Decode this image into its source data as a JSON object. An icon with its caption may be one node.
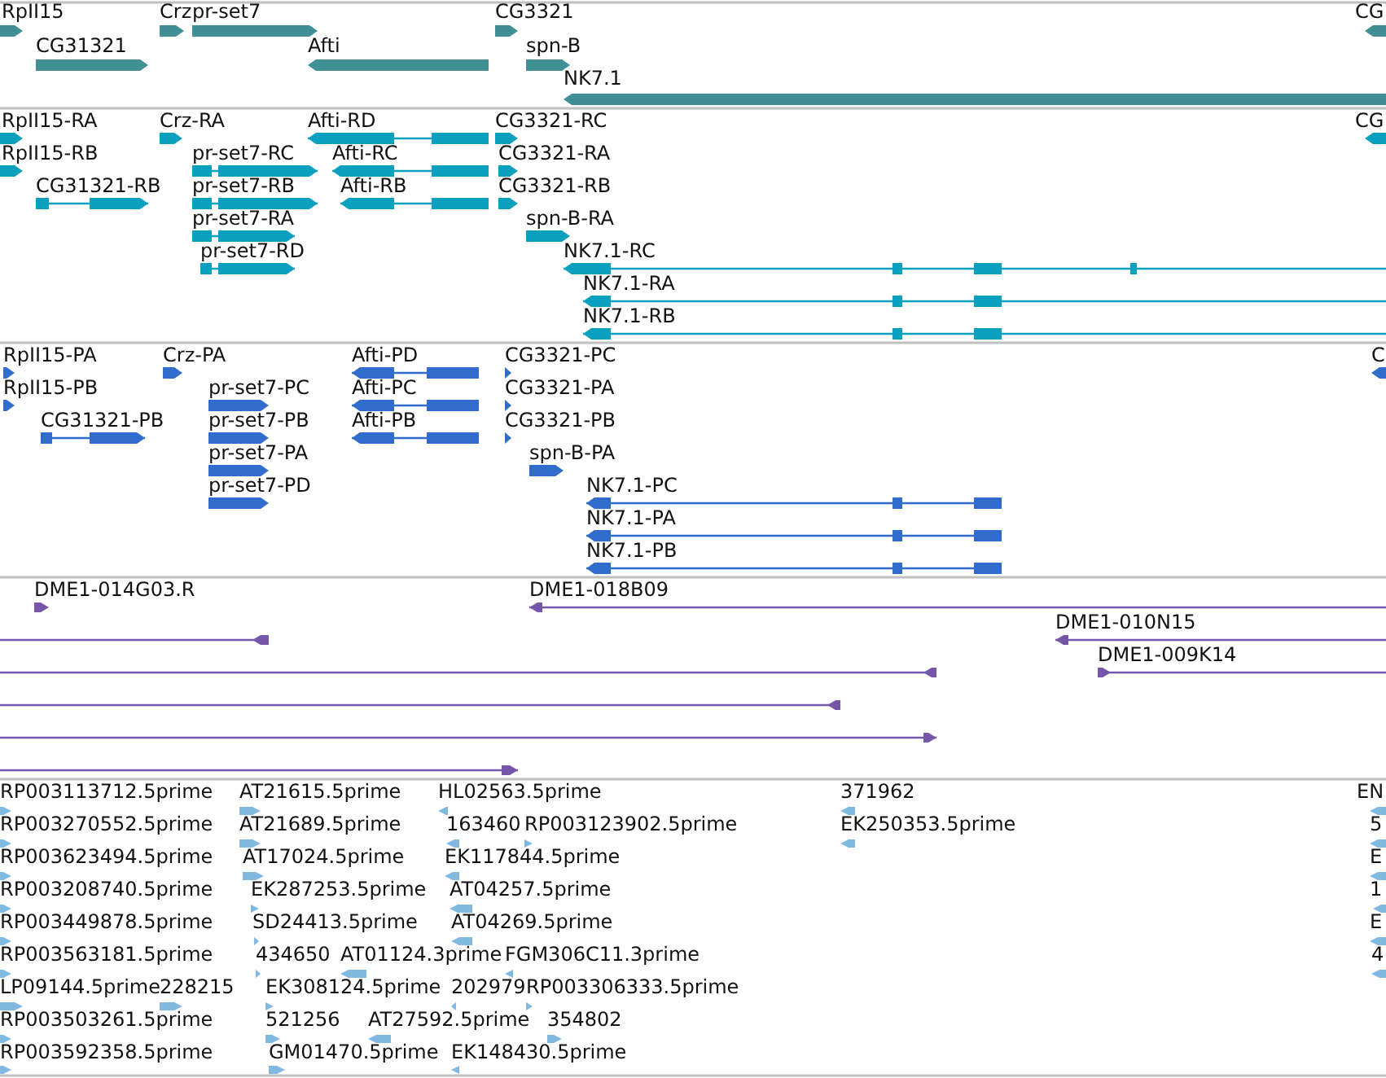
{
  "diagram": {
    "labels": [
      "RpII15",
      "Crz",
      "pr-set7",
      "CG3321",
      "CG",
      "CG31321",
      "Afti",
      "spn-B",
      "NK7.1",
      "RpII15-RA",
      "Crz-RA",
      "Afti-RD",
      "CG3321-RC",
      "CG",
      "RpII15-RB",
      "pr-set7-RC",
      "Afti-RC",
      "CG3321-RA",
      "CG31321-RB",
      "pr-set7-RB",
      "Afti-RB",
      "CG3321-RB",
      "pr-set7-RA",
      "spn-B-RA",
      "pr-set7-RD",
      "NK7.1-RC",
      "NK7.1-RA",
      "NK7.1-RB",
      "RpII15-PA",
      "Crz-PA",
      "Afti-PD",
      "CG3321-PC",
      "C",
      "RpII15-PB",
      "pr-set7-PC",
      "Afti-PC",
      "CG3321-PA",
      "CG31321-PB",
      "pr-set7-PB",
      "Afti-PB",
      "CG3321-PB",
      "pr-set7-PA",
      "spn-B-PA",
      "pr-set7-PD",
      "NK7.1-PC",
      "NK7.1-PA",
      "NK7.1-PB",
      "DME1-014G03.R",
      "DME1-018B09",
      "DME1-010N15",
      "DME1-009K14",
      "RP003113712.5prime",
      "AT21615.5prime",
      "HL02563.5prime",
      "371962",
      "EN",
      "RP003270552.5prime",
      "AT21689.5prime",
      "163460",
      "RP003123902.5prime",
      "EK250353.5prime",
      "5",
      "RP003623494.5prime",
      "AT17024.5prime",
      "EK117844.5prime",
      "E",
      "RP003208740.5prime",
      "EK287253.5prime",
      "AT04257.5prime",
      "1",
      "RP003449878.5prime",
      "SD24413.5prime",
      "AT04269.5prime",
      "E",
      "RP003563181.5prime",
      "434650",
      "AT01124.3prime",
      "FGM306C11.3prime",
      "4",
      "LP09144.5prime",
      "228215",
      "EK308124.5prime",
      "202979",
      "RP003306333.5prime",
      "RP003503261.5prime",
      "521256",
      "AT27592.5prime",
      "354802",
      "RP003592358.5prime",
      "GM01470.5prime",
      "EK148430.5prime"
    ]
  }
}
